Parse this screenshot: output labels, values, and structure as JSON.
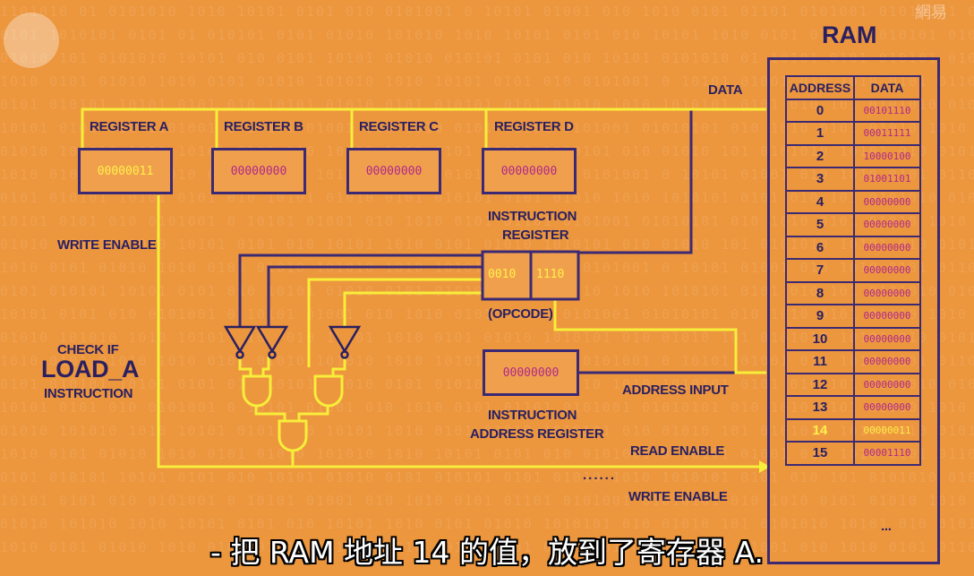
{
  "ram": {
    "title": "RAM",
    "col_address": "ADDRESS",
    "col_data": "DATA",
    "rows": [
      {
        "address": "0",
        "data": "00101110"
      },
      {
        "address": "1",
        "data": "00011111"
      },
      {
        "address": "2",
        "data": "10000100"
      },
      {
        "address": "3",
        "data": "01001101"
      },
      {
        "address": "4",
        "data": "00000000"
      },
      {
        "address": "5",
        "data": "00000000"
      },
      {
        "address": "6",
        "data": "00000000"
      },
      {
        "address": "7",
        "data": "00000000"
      },
      {
        "address": "8",
        "data": "00000000"
      },
      {
        "address": "9",
        "data": "00000000"
      },
      {
        "address": "10",
        "data": "00000000"
      },
      {
        "address": "11",
        "data": "00000000"
      },
      {
        "address": "12",
        "data": "00000000"
      },
      {
        "address": "13",
        "data": "00000000"
      },
      {
        "address": "14",
        "data": "00000011",
        "highlight": true
      },
      {
        "address": "15",
        "data": "00001110"
      }
    ],
    "ellipsis": "..."
  },
  "registers": [
    {
      "label": "REGISTER A",
      "value": "00000011",
      "active": true
    },
    {
      "label": "REGISTER B",
      "value": "00000000",
      "active": false
    },
    {
      "label": "REGISTER C",
      "value": "00000000",
      "active": false
    },
    {
      "label": "REGISTER D",
      "value": "00000000",
      "active": false
    }
  ],
  "instruction_register": {
    "label_line1": "INSTRUCTION",
    "label_line2": "REGISTER",
    "opcode": "0010",
    "operand": "1110",
    "opcode_label": "(OPCODE)"
  },
  "instruction_address_register": {
    "value": "00000000",
    "label_line1": "INSTRUCTION",
    "label_line2": "ADDRESS REGISTER"
  },
  "labels": {
    "data": "DATA",
    "write_enable_left": "WRITE ENABLE",
    "check_if": "CHECK IF",
    "load_a": "LOAD_A",
    "instruction": "INSTRUCTION",
    "address_input": "ADDRESS INPUT",
    "read_enable": "READ ENABLE",
    "write_enable_bottom": "WRITE ENABLE",
    "dots": "......"
  },
  "subtitle": "- 把 RAM 地址 14 的值，放到了寄存器 A.",
  "watermark": "網易",
  "colors": {
    "background": "#ec963e",
    "wire_active": "#f7ee3a",
    "wire_inactive": "#3b2a73",
    "text_dark": "#2a2060",
    "bits": "#b0288a"
  }
}
